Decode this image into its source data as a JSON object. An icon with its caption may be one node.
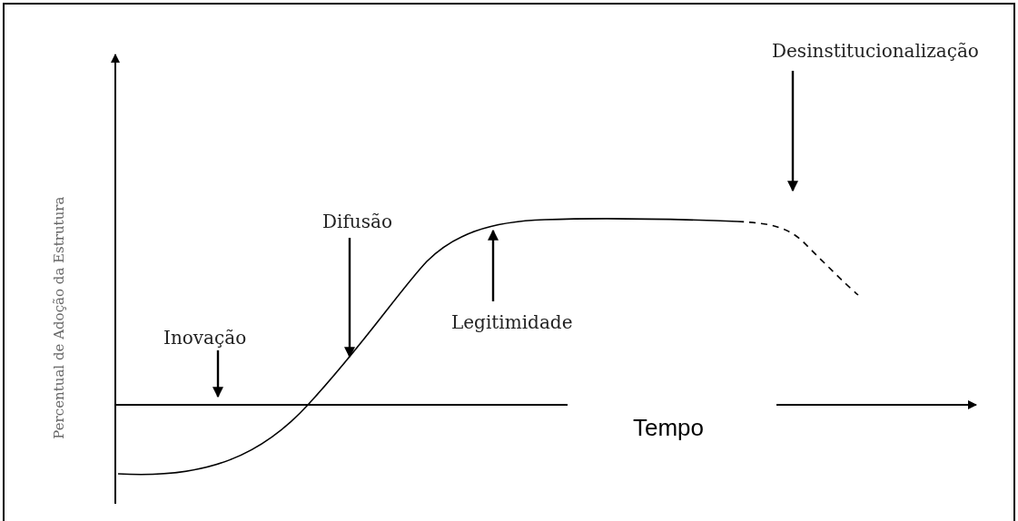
{
  "diagram": {
    "nodes": [
      {
        "text": [
          "Inovação"
        ]
      },
      {
        "text": [
          "Difusão"
        ]
      },
      {
        "text": [
          "Legitimidade"
        ]
      },
      {
        "text": [
          "Desinstitucionalização"
        ]
      }
    ],
    "edges": [
      {
        "from": 0,
        "to": null,
        "arrow": "to"
      },
      {
        "from": 1,
        "to": null,
        "arrow": "to"
      },
      {
        "from": 2,
        "to": null,
        "arrow": "to"
      },
      {
        "from": 3,
        "to": null,
        "arrow": "to"
      }
    ],
    "labels": [
      "Percentual de Adoção da Estrutura",
      "Tempo"
    ]
  }
}
